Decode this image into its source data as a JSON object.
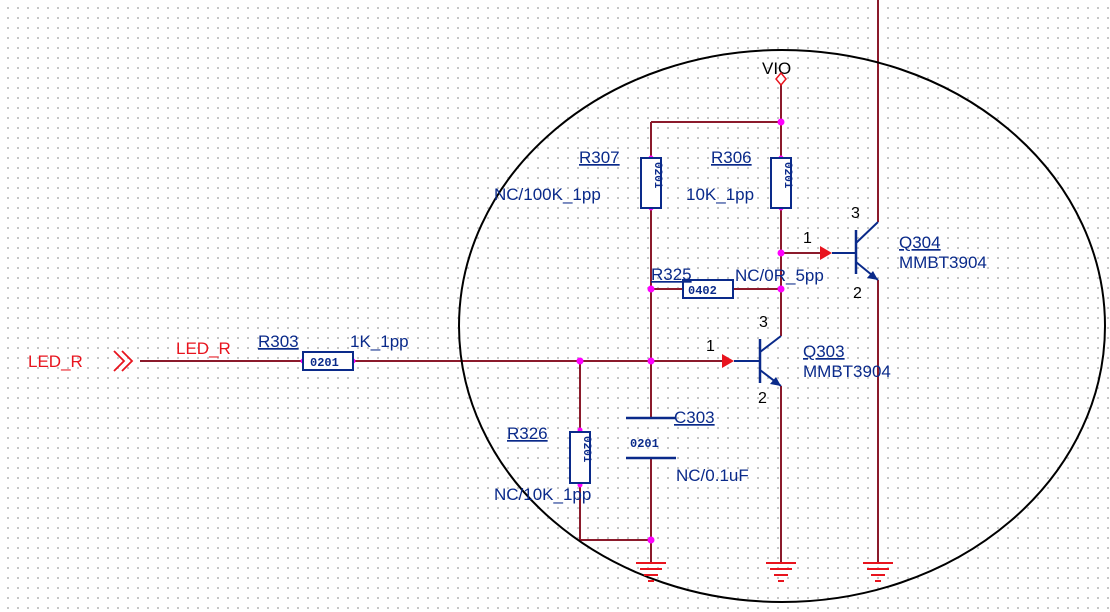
{
  "nets": {
    "input_port": "LED_R",
    "input_wire": "LED_R",
    "power": "VIO"
  },
  "components": {
    "r303": {
      "ref": "R303",
      "value": "1K_1pp",
      "package": "0201"
    },
    "r307": {
      "ref": "R307",
      "value": "NC/100K_1pp",
      "package": "0201"
    },
    "r306": {
      "ref": "R306",
      "value": "10K_1pp",
      "package": "0201"
    },
    "r325": {
      "ref": "R325",
      "value": "NC/0R_5pp",
      "package": "0402"
    },
    "r326": {
      "ref": "R326",
      "value": "NC/10K_1pp",
      "package": "0201"
    },
    "c303": {
      "ref": "C303",
      "value": "NC/0.1uF",
      "package": "0201"
    },
    "q303": {
      "ref": "Q303",
      "part": "MMBT3904",
      "pin_base": "1",
      "pin_collector": "3",
      "pin_emitter": "2"
    },
    "q304": {
      "ref": "Q304",
      "part": "MMBT3904",
      "pin_base": "1",
      "pin_collector": "3",
      "pin_emitter": "2"
    }
  },
  "colors": {
    "wire": "#8b1a2b",
    "junction": "#ff00ff",
    "component": "#0a2a8a",
    "net_label": "#e8141e",
    "ground": "#e8141e",
    "highlight_circle": "#000000"
  }
}
